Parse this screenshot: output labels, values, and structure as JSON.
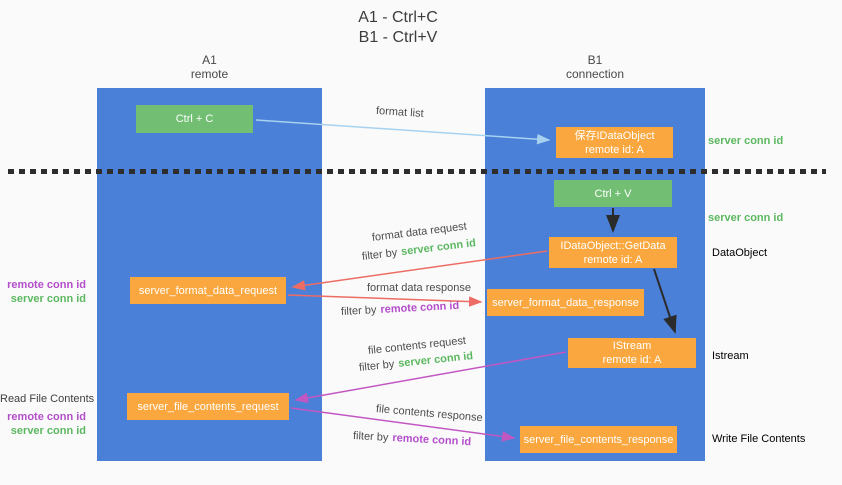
{
  "title": {
    "line1": "A1 - Ctrl+C",
    "line2": "B1 - Ctrl+V"
  },
  "columns": {
    "a1": {
      "name": "A1",
      "subtitle": "remote"
    },
    "b1": {
      "name": "B1",
      "subtitle": "connection"
    }
  },
  "nodes": {
    "ctrl_c": "Ctrl + C",
    "save_idataobject": {
      "line1": "保存IDataObject",
      "line2": "remote id: A"
    },
    "ctrl_v": "Ctrl + V",
    "getdata": {
      "line1": "IDataObject::GetData",
      "line2": "remote id: A"
    },
    "server_format_data_request": "server_format_data_request",
    "server_format_data_response": "server_format_data_response",
    "istream": {
      "line1": "IStream",
      "line2": "remote id: A"
    },
    "server_file_contents_request": "server_file_contents_request",
    "server_file_contents_response": "server_file_contents_response"
  },
  "flow_labels": {
    "format_list": "format list",
    "format_data_request": "format data request",
    "format_data_response": "format data response",
    "file_contents_request": "file contents request",
    "file_contents_response": "file contents response",
    "filter_by": "filter by"
  },
  "shared": {
    "server_conn_id": "server conn id",
    "remote_conn_id": "remote conn id"
  },
  "side_labels": {
    "read_file_contents": "Read File Contents",
    "data_object": "DataObject",
    "istream": "Istream",
    "write_file_contents": "Write File Contents"
  },
  "colors": {
    "column_blue": "#4b80d8",
    "node_green": "#72bf73",
    "node_orange": "#f9a73e",
    "arrow_light_blue": "#a6d2f0",
    "arrow_red": "#ed6c64",
    "arrow_magenta": "#c257c2",
    "arrow_black": "#2b2b2b",
    "text_green": "#5cb860",
    "text_purple": "#b44ecb"
  }
}
